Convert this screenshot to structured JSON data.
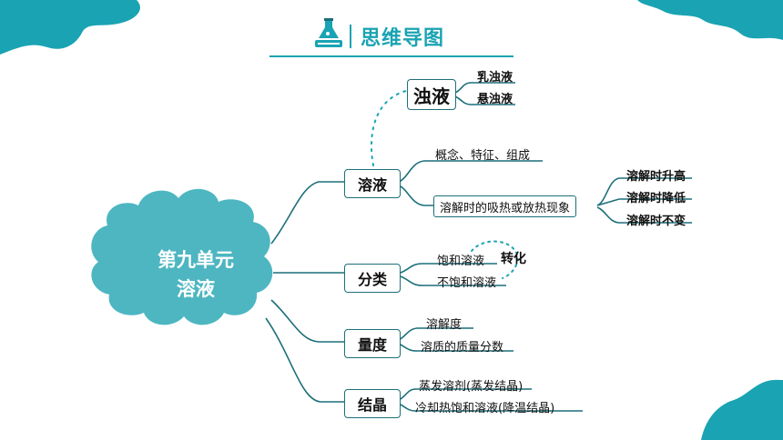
{
  "header": {
    "title": "思维导图",
    "icon": "flask-book-icon",
    "accent": "#1aa3b3"
  },
  "center": {
    "line1": "第九单元",
    "line2": "溶液",
    "fill": "#4db6c1"
  },
  "branches": {
    "rongye": {
      "label": "溶液",
      "concept": "概念、特征、组成",
      "phenomenon": "溶解时的吸热或放热现象",
      "phenomenon_items": [
        "溶解时升高",
        "溶解时降低",
        "溶解时不变"
      ]
    },
    "zhuoye": {
      "label": "浊液",
      "items": [
        "乳浊液",
        "悬浊液"
      ]
    },
    "fenlei": {
      "label": "分类",
      "items": [
        "饱和溶液",
        "不饱和溶液"
      ],
      "convert": "转化"
    },
    "liangdu": {
      "label": "量度",
      "items": [
        "溶解度",
        "溶质的质量分数"
      ]
    },
    "jiejing": {
      "label": "结晶",
      "items": [
        "蒸发溶剂(蒸发结晶)",
        "冷却热饱和溶液(降温结晶)"
      ]
    }
  },
  "colors": {
    "teal": "#1aa3b3",
    "line": "#1c6f7a",
    "cloud": "#4db6c1"
  }
}
